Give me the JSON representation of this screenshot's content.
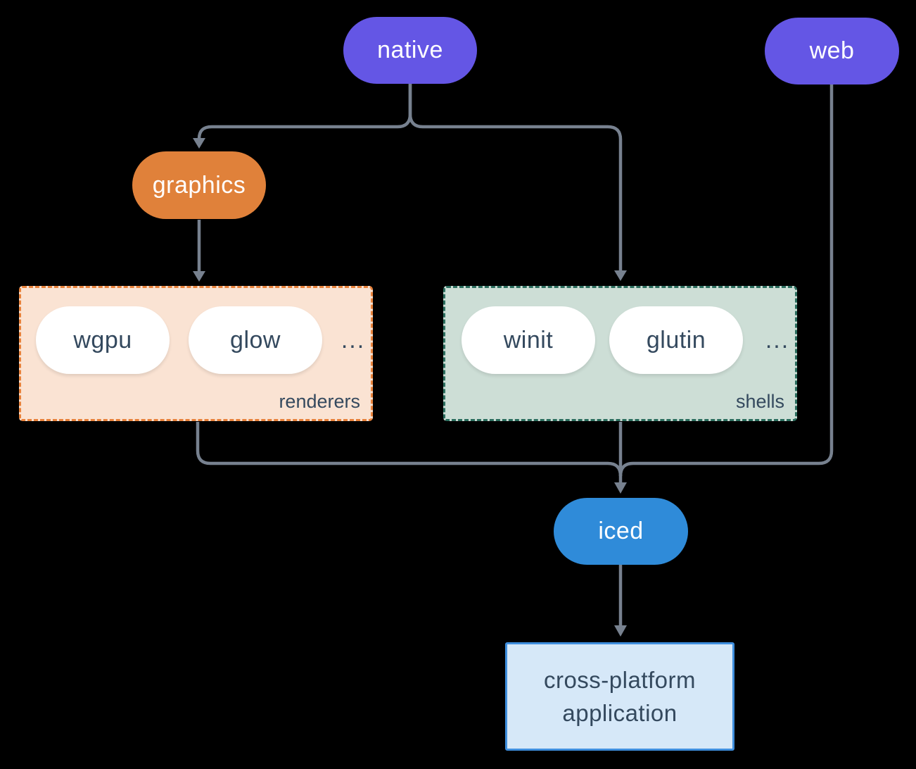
{
  "colors": {
    "background": "#000000",
    "purple": "#6456E5",
    "orange": "#E0813A",
    "blue": "#2F8BD9",
    "pillFill": "#FFFFFF",
    "peachFill": "#FAE3D3",
    "peachBorder": "#E8823B",
    "sageFill": "#CDDED6",
    "sageBorder": "#2C6E5F",
    "appFill": "#D6E8F8",
    "appBorder": "#3E8EDD",
    "darkText": "#34495E",
    "white": "#FFFFFF",
    "line": "#77818F"
  },
  "nodes": {
    "native": {
      "label": "native"
    },
    "web": {
      "label": "web"
    },
    "graphics": {
      "label": "graphics"
    },
    "iced": {
      "label": "iced"
    }
  },
  "groups": {
    "renderers": {
      "label": "renderers",
      "pills": [
        "wgpu",
        "glow"
      ],
      "more": "..."
    },
    "shells": {
      "label": "shells",
      "pills": [
        "winit",
        "glutin"
      ],
      "more": "..."
    }
  },
  "app": {
    "line1": "cross-platform",
    "line2": "application"
  }
}
